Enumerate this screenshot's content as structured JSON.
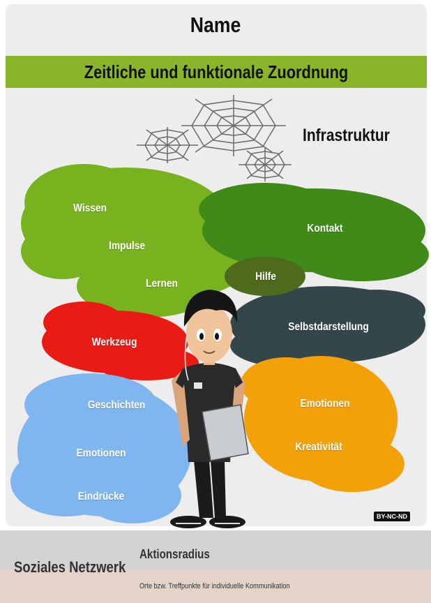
{
  "header": {
    "title": "Name"
  },
  "banner": {
    "text": "Zeitliche und funktionale Zuordnung"
  },
  "infra": {
    "label": "Infrastruktur"
  },
  "clouds": {
    "green": {
      "color": "#78b31f",
      "labels": [
        "Wissen",
        "Impulse",
        "Lernen"
      ]
    },
    "darkgreen": {
      "color": "#3f8a18",
      "labels": [
        "Kontakt"
      ]
    },
    "hilfe": {
      "color": "#4e6a1d",
      "labels": [
        "Hilfe"
      ]
    },
    "slate": {
      "color": "#35464a",
      "labels": [
        "Selbstdarstellung"
      ]
    },
    "red": {
      "color": "#e81c15",
      "labels": [
        "Werkzeug"
      ]
    },
    "blue": {
      "color": "#7fb6f0",
      "labels": [
        "Geschichten",
        "Emotionen",
        "Eindrücke"
      ]
    },
    "orange": {
      "color": "#f3a108",
      "labels": [
        "Emotionen",
        "Kreativität"
      ]
    }
  },
  "license": {
    "text": "BY-NC-ND"
  },
  "footer": {
    "network": "Soziales Netzwerk",
    "radius": "Aktionsradius",
    "places": "Orte bzw. Treffpunkte für individuelle Kommunikation"
  }
}
